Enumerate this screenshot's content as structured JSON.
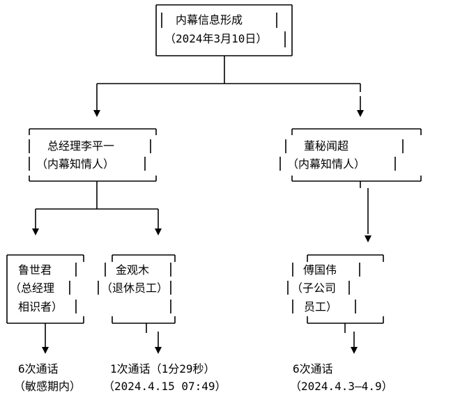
{
  "root": {
    "line1": "内幕信息形成",
    "line2": "（2024年3月10日）"
  },
  "li_ping": {
    "line1": "总经理李平一",
    "line2": "（内幕知情人）"
  },
  "wen_chao": {
    "line1": "董秘闻超",
    "line2": "（内幕知情人）"
  },
  "lu_shijun": {
    "line1": "鲁世君",
    "line2": "（总经理",
    "line3": "相识者）"
  },
  "jin_guanmu": {
    "line1": "金观木",
    "line2": "（退休员工）"
  },
  "fu_guowei": {
    "line1": "傅国伟",
    "line2": "（子公司",
    "line3": "员工）"
  },
  "outcomes": {
    "lu_shijun": {
      "line1": "6次通话",
      "line2": "（敏感期内）"
    },
    "jin_guanmu": {
      "line1": "1次通话（1分29秒）",
      "line2": "（2024.4.15 07:49）"
    },
    "fu_guowei": {
      "line1": "6次通话",
      "line2": "（2024.4.3—4.9）"
    }
  }
}
